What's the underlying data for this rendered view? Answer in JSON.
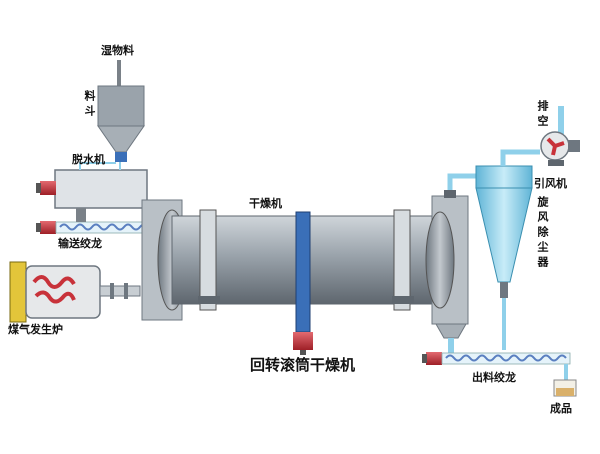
{
  "labels": {
    "wet_material": "湿物料",
    "hopper": "料斗",
    "dehydrator": "脱水机",
    "conveyor_screw": "输送绞龙",
    "coal_gas_furnace": "煤气发生炉",
    "dryer": "干燥机",
    "title": "回转滚筒干燥机",
    "exhaust": "排空",
    "induced_fan": "引风机",
    "cyclone": "旋风除尘器",
    "discharge_screw": "出料绞龙",
    "product": "成品"
  },
  "colors": {
    "steel": "#9aa3ab",
    "steel_dark": "#6e7780",
    "pipe_blue": "#8fd0ea",
    "motor_red": "#c8323a",
    "burner_yellow": "#e3c53a",
    "ring_blue": "#3a6fb8",
    "screw_blue": "#5a7fc0"
  }
}
